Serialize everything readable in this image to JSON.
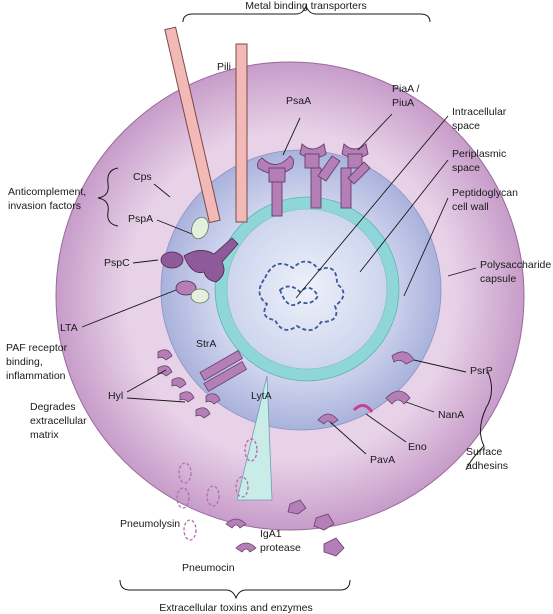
{
  "labels": {
    "metal_binding": "Metal binding transporters",
    "pili": "Pili",
    "psaa": "PsaA",
    "piaa_1": "PiaA /",
    "piaa_2": "PiuA",
    "intracellular_1": "Intracellular",
    "intracellular_2": "space",
    "periplasmic_1": "Periplasmic",
    "periplasmic_2": "space",
    "peptidoglycan_1": "Peptidoglycan",
    "peptidoglycan_2": "cell wall",
    "polysaccharide_1": "Polysaccharide",
    "polysaccharide_2": "capsule",
    "cps": "Cps",
    "anticomplement_1": "Anticomplement,",
    "anticomplement_2": "invasion factors",
    "pspa": "PspA",
    "pspc": "PspC",
    "lta": "LTA",
    "paf_1": "PAF receptor",
    "paf_2": "binding,",
    "paf_3": "inflammation",
    "stra": "StrA",
    "hyl": "Hyl",
    "degrades_1": "Degrades",
    "degrades_2": "extracellular",
    "degrades_3": "matrix",
    "lyta": "LytA",
    "psrp": "PsrP",
    "nana": "NanA",
    "eno": "Eno",
    "pava": "PavA",
    "surface_1": "Surface",
    "surface_2": "adhesins",
    "pneumolysin": "Pneumolysin",
    "iga1_1": "IgA1",
    "iga1_2": "protease",
    "pneumocin": "Pneumocin",
    "extracellular_toxins": "Extracellular toxins and enzymes"
  },
  "colors": {
    "capsule": "#d7b3d8",
    "capsule_edge": "#8a5a8c",
    "cell_wall": "#c4cbea",
    "periplasm": "#8fd6d8",
    "cytoplasm": "#d9e0f4",
    "protein": "#b37fb6",
    "pili": "#f2b9b6",
    "dna": "#3a5a9a",
    "lta": "#8f5a9a",
    "lyta": "#c9ece9"
  }
}
